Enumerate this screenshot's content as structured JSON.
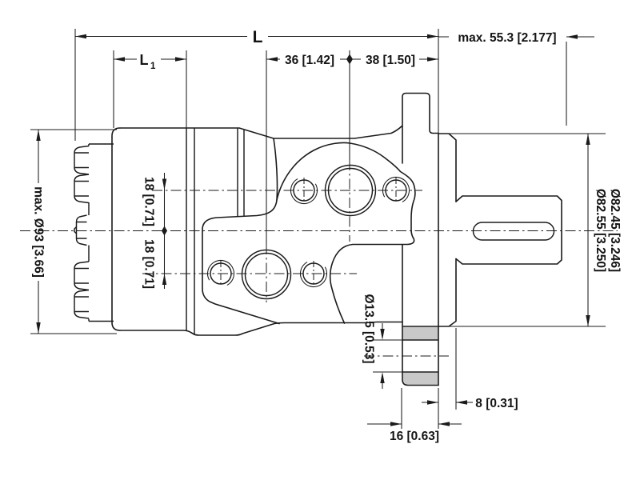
{
  "drawing": {
    "description": "hydraulic-motor-dimensional-drawing",
    "dimensions": {
      "overall_length": "L",
      "l1_base": "L",
      "l1_sub": "1",
      "port_spacing": "36 [1.42]",
      "port_to_mounting_face": "38 [1.50]",
      "shaft_length_max": "max. 55.3 [2.177]",
      "body_diameter_max": "max. Ø93 [3.66]",
      "port_offset_upper": "18 [0.71]",
      "port_offset_lower": "18 [0.71]",
      "pilot_diameter_upper": "Ø82.55 [3.250]",
      "pilot_diameter_lower": "Ø82.45 [3.246]",
      "drain_port_diameter": "Ø13.5 [0.53]",
      "pilot_depth": "8 [0.31]",
      "flange_thickness": "16 [0.63]"
    },
    "colors": {
      "line": "#1b1b1b",
      "section_fill": "#c9c9c9",
      "background": "#ffffff"
    }
  }
}
